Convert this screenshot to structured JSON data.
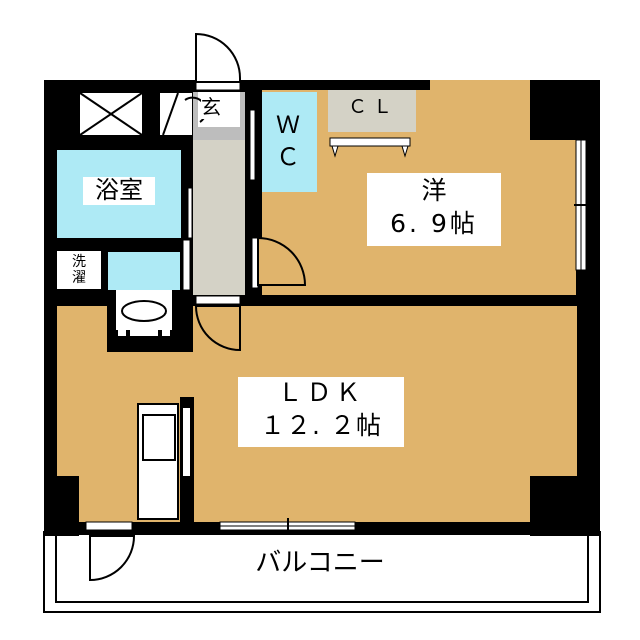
{
  "floorplan": {
    "title": "1LDK floor plan",
    "colors": {
      "wall": "#000000",
      "wood_floor": "#e0b46c",
      "wet_area": "#aeeaf5",
      "hallway": "#d4d2c6",
      "entrance": "#bdbdbd",
      "background": "#ffffff"
    },
    "rooms": {
      "western_room": {
        "name": "洋",
        "size": "6. 9帖"
      },
      "ldk": {
        "name": "ＬＤＫ",
        "size": "１２. ２帖"
      },
      "bathroom": {
        "name": "浴室"
      },
      "toilet": {
        "line1": "Ｗ",
        "line2": "Ｃ"
      },
      "closet": {
        "name": "ＣＬ"
      },
      "entrance": {
        "name": "玄"
      },
      "laundry": {
        "line1": "洗",
        "line2": "濯"
      },
      "balcony": {
        "name": "バルコニー"
      }
    }
  }
}
